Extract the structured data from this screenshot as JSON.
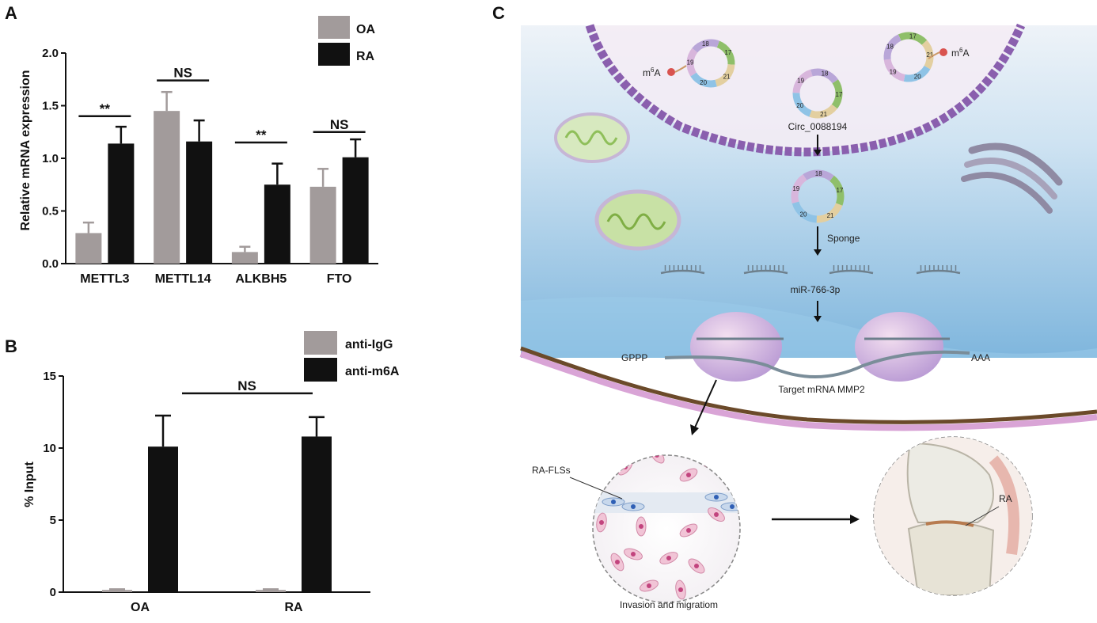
{
  "panels": {
    "a_letter": "A",
    "b_letter": "B",
    "c_letter": "C"
  },
  "colors": {
    "oa": "#a29b9b",
    "ra": "#111111",
    "igg": "#a29b9b",
    "m6a": "#111111"
  },
  "chart_data": [
    {
      "type": "bar",
      "panel": "A",
      "categories": [
        "METTL3",
        "METTL14",
        "ALKBH5",
        "FTO"
      ],
      "series": [
        {
          "name": "OA",
          "values": [
            0.29,
            1.45,
            0.11,
            0.73
          ],
          "errors": [
            0.1,
            0.18,
            0.05,
            0.17
          ]
        },
        {
          "name": "RA",
          "values": [
            1.14,
            1.16,
            0.75,
            1.01
          ],
          "errors": [
            0.16,
            0.2,
            0.2,
            0.17
          ]
        }
      ],
      "ylabel": "Relative  mRNA  expression",
      "ylim": [
        0,
        2.0
      ],
      "yticks": [
        "0.0",
        "0.5",
        "1.0",
        "1.5",
        "2.0"
      ],
      "significance": [
        "**",
        "NS",
        "**",
        "NS"
      ],
      "legend": "top-right"
    },
    {
      "type": "bar",
      "panel": "B",
      "categories": [
        "OA",
        "RA"
      ],
      "series": [
        {
          "name": "anti-IgG",
          "values": [
            0.15,
            0.15
          ],
          "errors": [
            0.05,
            0.05
          ]
        },
        {
          "name": "anti-m6A",
          "values": [
            10.1,
            10.8
          ],
          "errors": [
            2.15,
            1.35
          ]
        }
      ],
      "ylabel": "% Input",
      "ylim": [
        0,
        15
      ],
      "yticks": [
        "0",
        "5",
        "10",
        "15"
      ],
      "significance": [
        "NS"
      ],
      "legend": "top-right"
    }
  ],
  "diagram": {
    "m6a_left": "m",
    "m6a_sup": "6",
    "m6a_tail": "A",
    "circ_label": "Circ_0088194",
    "sponge_label": "Sponge",
    "mirna_label": "miR-766-3p",
    "cap_label": "GPPP",
    "polya_label": "AAA",
    "target_label": "Target mRNA MMP2",
    "fls_label": "RA-FLSs",
    "ra_label": "RA",
    "invasion_label": "Invasion and migratiom",
    "exon_17": "17",
    "exon_18": "18",
    "exon_19": "19",
    "exon_20": "20",
    "exon_21": "21"
  }
}
